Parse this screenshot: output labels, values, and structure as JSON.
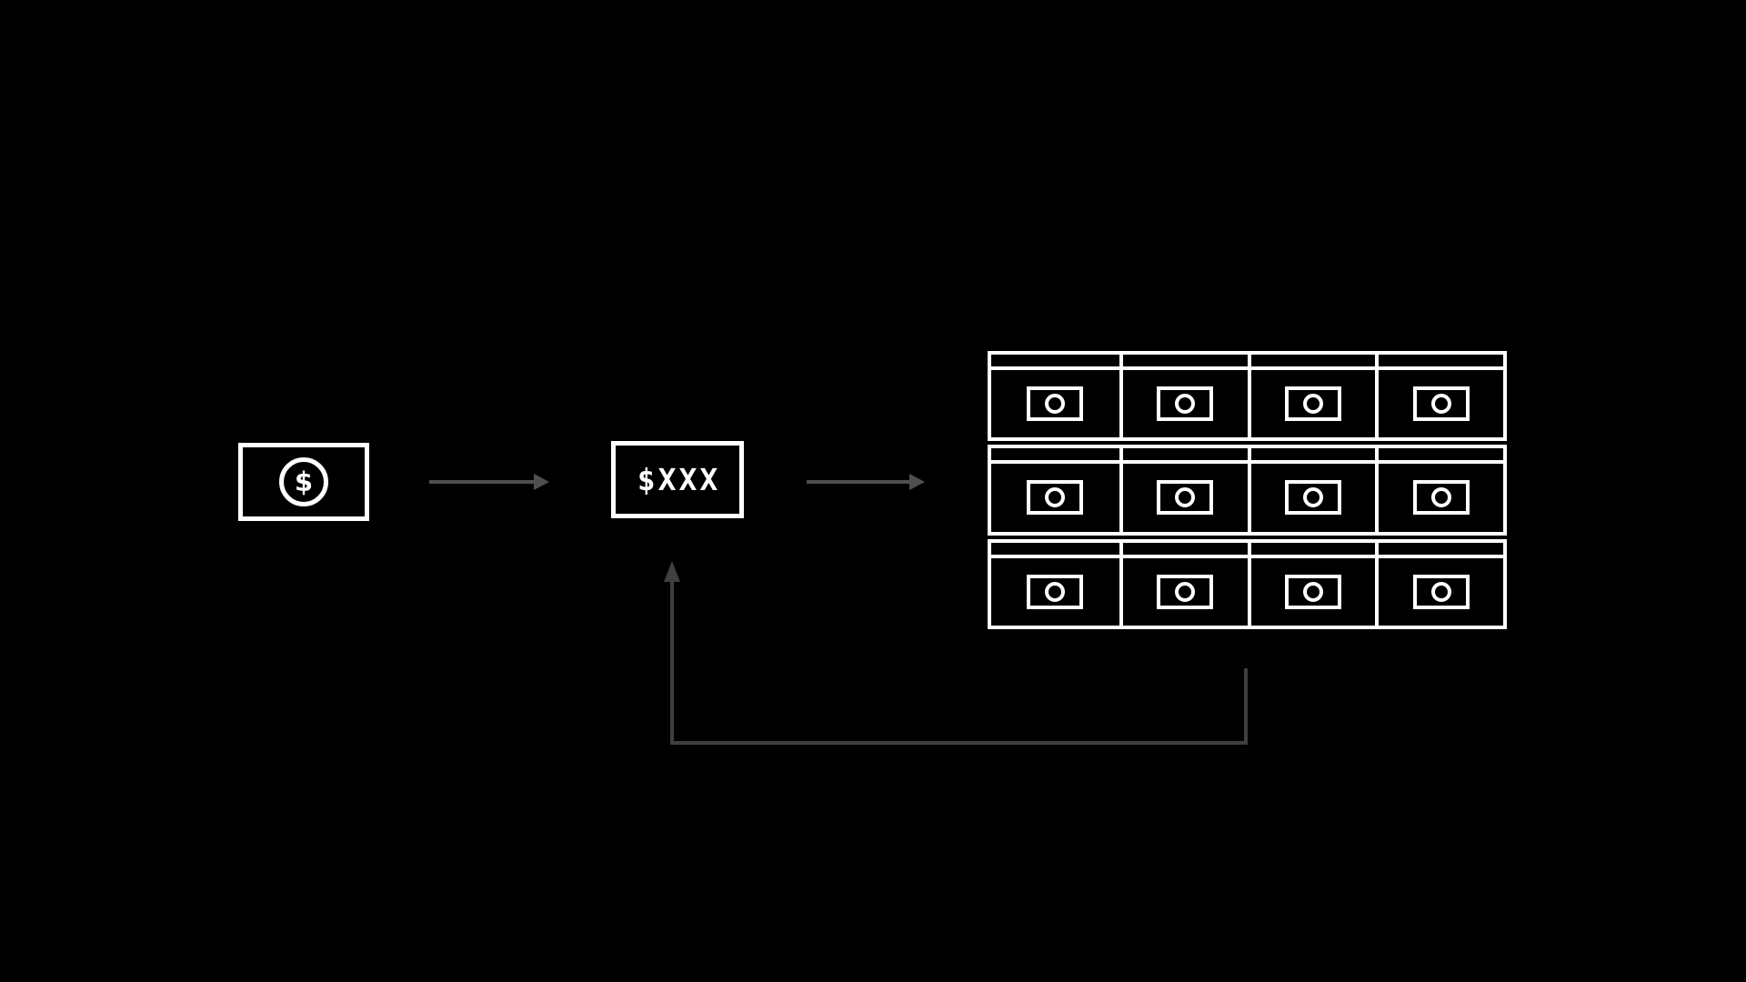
{
  "canvas": {
    "background": "#000000"
  },
  "colors": {
    "stroke": "#ffffff",
    "flow_arrow": "#4f4f4f",
    "loop_arrow": "#3f3f3f"
  },
  "nodes": {
    "cash_bill": {
      "symbol": "$"
    },
    "price_box": {
      "label": "$XXX"
    },
    "cash_drawer_grid": {
      "rows": 3,
      "columns": 4,
      "cell_count": 12
    }
  }
}
